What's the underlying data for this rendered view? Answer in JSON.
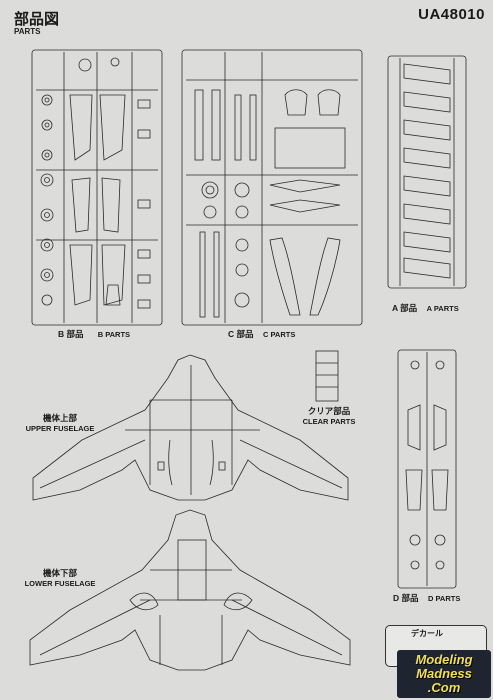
{
  "header": {
    "title": "部品図",
    "subtitle": "PARTS",
    "code": "UA48010"
  },
  "sprues": {
    "a": {
      "jp": "A 部品",
      "en": "A PARTS"
    },
    "b": {
      "jp": "B 部品",
      "en": "B PARTS"
    },
    "c": {
      "jp": "C 部品",
      "en": "C PARTS"
    },
    "d": {
      "jp": "D 部品",
      "en": "D PARTS"
    },
    "clear": {
      "jp": "クリア部品",
      "en": "CLEAR PARTS"
    }
  },
  "fuselage": {
    "upper": {
      "jp": "機体上部",
      "en": "UPPER FUSELAGE"
    },
    "lower": {
      "jp": "機体下部",
      "en": "LOWER FUSELAGE"
    }
  },
  "decal": {
    "label": "デカール"
  },
  "watermark": {
    "line1": "Modeling",
    "line2": "Madness",
    "line3": ".Com"
  }
}
